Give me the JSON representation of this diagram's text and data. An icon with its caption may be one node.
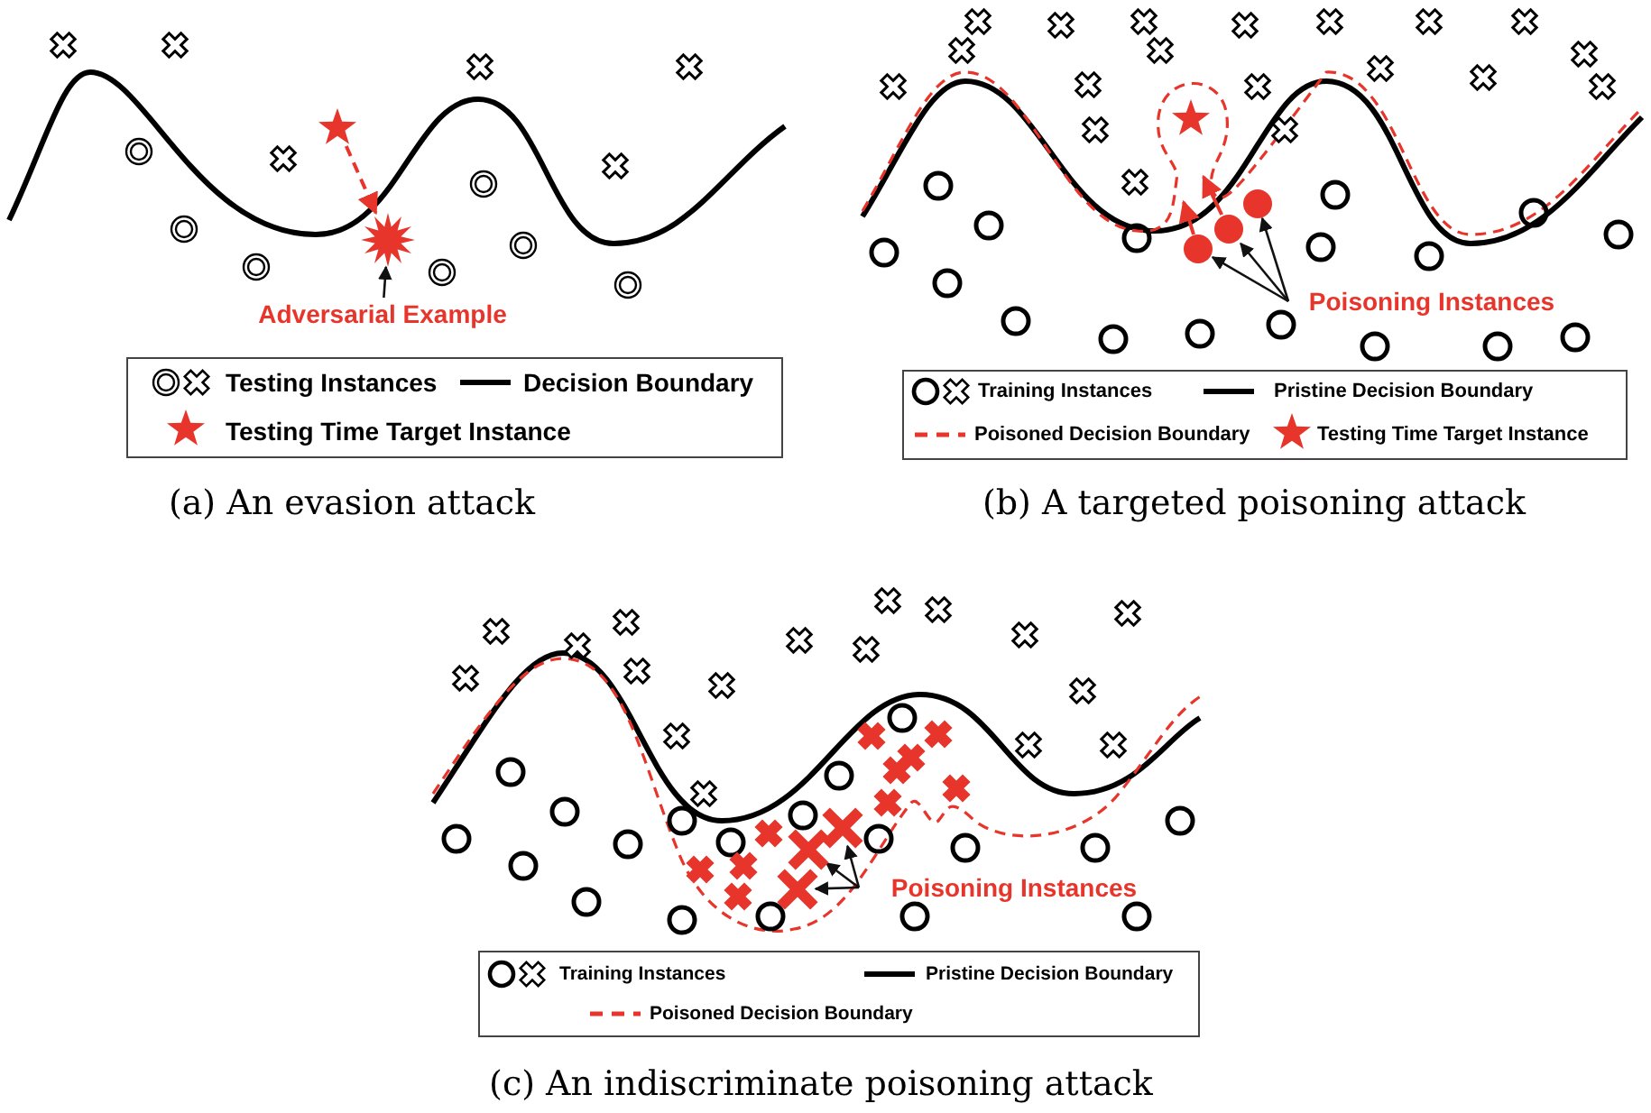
{
  "diagram": {
    "nodes": [
      {
        "text": [
          "Adversarial Example"
        ]
      },
      {
        "text": [],
        "shape": "burst"
      },
      {
        "text": [],
        "shape": "star"
      },
      {
        "text": [
          "Poisoning Instances"
        ]
      },
      {
        "text": [],
        "shape": "circle"
      },
      {
        "text": [],
        "shape": "circle"
      },
      {
        "text": [],
        "shape": "circle"
      },
      {
        "text": [],
        "shape": "star"
      },
      {
        "text": [
          "Poisoning Instances"
        ]
      },
      {
        "text": [],
        "shape": "cross"
      },
      {
        "text": [],
        "shape": "cross"
      },
      {
        "text": [],
        "shape": "cross"
      }
    ],
    "edges": [
      {
        "from": 2,
        "to": 1,
        "arrow": "to",
        "style": "dashed",
        "color": "#e8352b"
      },
      {
        "from": 0,
        "to": 1,
        "arrow": "to"
      },
      {
        "from": 3,
        "to": 4,
        "arrow": "to"
      },
      {
        "from": 3,
        "to": 5,
        "arrow": "to"
      },
      {
        "from": 3,
        "to": 6,
        "arrow": "to"
      },
      {
        "from": 8,
        "to": 9,
        "arrow": "to"
      },
      {
        "from": 8,
        "to": 10,
        "arrow": "to"
      },
      {
        "from": 8,
        "to": 11,
        "arrow": "to"
      },
      {
        "from": 4,
        "to": null,
        "arrow": "to",
        "color": "#e8352b"
      },
      {
        "from": 5,
        "to": null,
        "arrow": "to",
        "color": "#e8352b"
      }
    ],
    "labels": [
      "(a) An evasion attack",
      "(b) A targeted poisoning attack",
      "(c) An indiscriminate poisoning attack"
    ],
    "legend": [
      {
        "text": "Testing Instances"
      },
      {
        "text": "Decision Boundary"
      },
      {
        "text": "Testing Time Target Instance"
      },
      {
        "text": "Training Instances"
      },
      {
        "text": "Pristine Decision Boundary"
      },
      {
        "text": "Poisoned Decision Boundary"
      },
      {
        "text": "Testing Time Target Instance"
      },
      {
        "text": "Training Instances"
      },
      {
        "text": "Pristine Decision Boundary"
      },
      {
        "text": "Poisoned Decision Boundary"
      }
    ]
  }
}
